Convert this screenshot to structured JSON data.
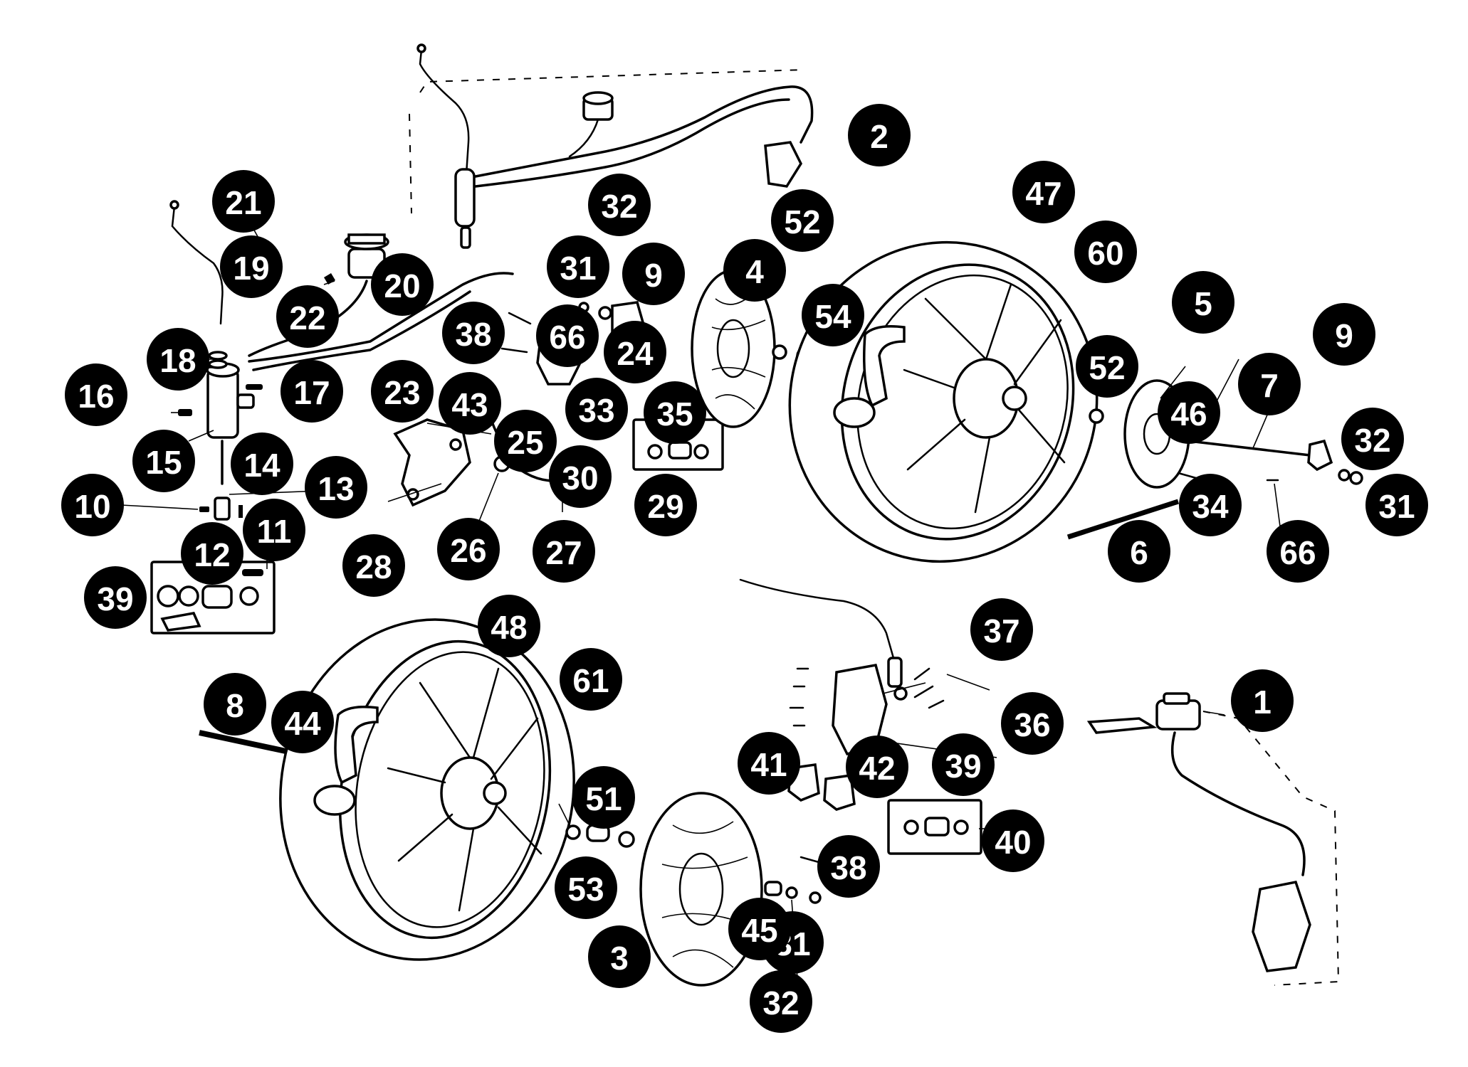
{
  "colors": {
    "background": "#ffffff",
    "ink": "#000000",
    "callout_text": "#ffffff"
  },
  "callouts": [
    {
      "label": "1"
    },
    {
      "label": "2"
    },
    {
      "label": "3"
    },
    {
      "label": "4"
    },
    {
      "label": "5"
    },
    {
      "label": "6"
    },
    {
      "label": "7"
    },
    {
      "label": "8"
    },
    {
      "label": "9"
    },
    {
      "label": "9"
    },
    {
      "label": "10"
    },
    {
      "label": "11"
    },
    {
      "label": "12"
    },
    {
      "label": "13"
    },
    {
      "label": "14"
    },
    {
      "label": "15"
    },
    {
      "label": "16"
    },
    {
      "label": "17"
    },
    {
      "label": "18"
    },
    {
      "label": "19"
    },
    {
      "label": "20"
    },
    {
      "label": "21"
    },
    {
      "label": "22"
    },
    {
      "label": "23"
    },
    {
      "label": "24"
    },
    {
      "label": "25"
    },
    {
      "label": "26"
    },
    {
      "label": "27"
    },
    {
      "label": "28"
    },
    {
      "label": "29"
    },
    {
      "label": "30"
    },
    {
      "label": "31"
    },
    {
      "label": "31"
    },
    {
      "label": "31"
    },
    {
      "label": "32"
    },
    {
      "label": "32"
    },
    {
      "label": "32"
    },
    {
      "label": "33"
    },
    {
      "label": "34"
    },
    {
      "label": "35"
    },
    {
      "label": "36"
    },
    {
      "label": "37"
    },
    {
      "label": "38"
    },
    {
      "label": "38"
    },
    {
      "label": "39"
    },
    {
      "label": "39"
    },
    {
      "label": "40"
    },
    {
      "label": "41"
    },
    {
      "label": "42"
    },
    {
      "label": "43"
    },
    {
      "label": "44"
    },
    {
      "label": "45"
    },
    {
      "label": "46"
    },
    {
      "label": "47"
    },
    {
      "label": "48"
    },
    {
      "label": "51"
    },
    {
      "label": "52"
    },
    {
      "label": "52"
    },
    {
      "label": "53"
    },
    {
      "label": "54"
    },
    {
      "label": "60"
    },
    {
      "label": "61"
    },
    {
      "label": "66"
    },
    {
      "label": "66"
    }
  ]
}
